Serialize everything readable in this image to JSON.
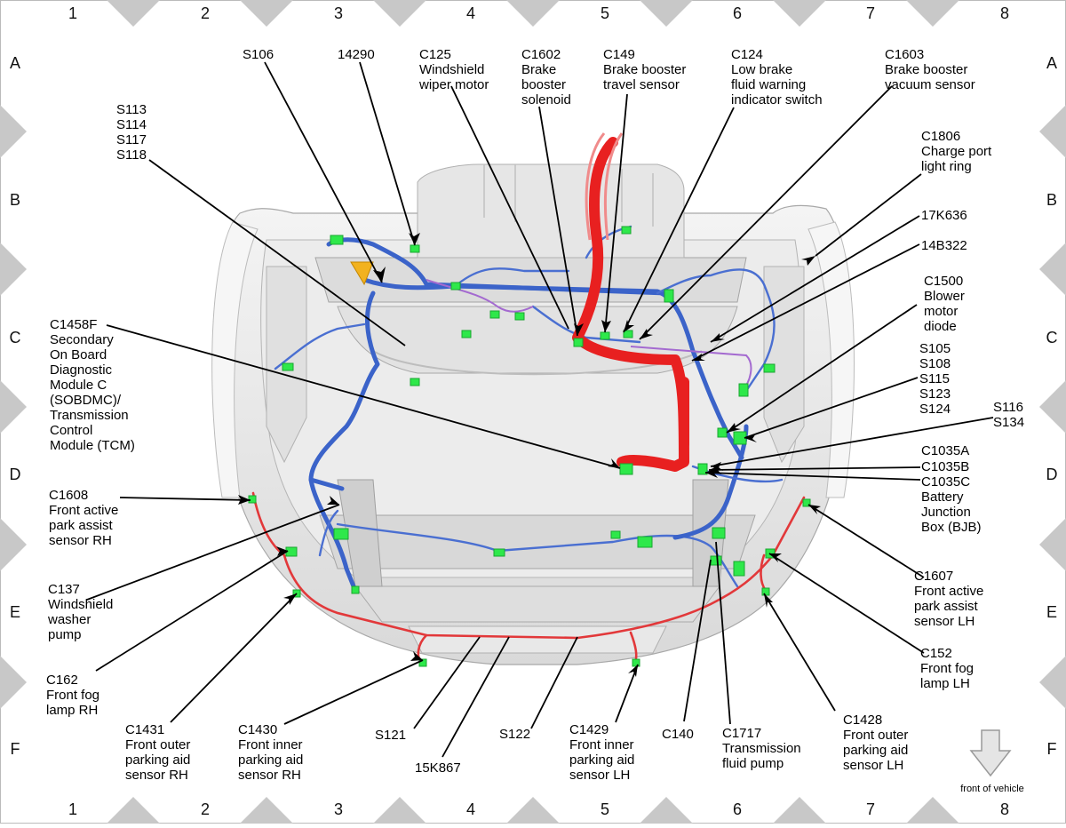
{
  "grid": {
    "columns": [
      "1",
      "2",
      "3",
      "4",
      "5",
      "6",
      "7",
      "8"
    ],
    "rows": [
      "A",
      "B",
      "C",
      "D",
      "E",
      "F"
    ]
  },
  "callouts": {
    "s106": "S106",
    "p14290": "14290",
    "c125": [
      "C125",
      "Windshield",
      "wiper motor"
    ],
    "c1602": [
      "C1602",
      "Brake",
      "booster",
      "solenoid"
    ],
    "c149": [
      "C149",
      "Brake booster",
      "travel sensor"
    ],
    "c124": [
      "C124",
      "Low brake",
      "fluid warning",
      "indicator switch"
    ],
    "c1603": [
      "C1603",
      "Brake booster",
      "vacuum sensor"
    ],
    "s113": [
      "S113",
      "S114",
      "S117",
      "S118"
    ],
    "c1806": [
      "C1806",
      "Charge port",
      "light ring"
    ],
    "p17k636": "17K636",
    "p14b322": "14B322",
    "c1500": [
      "C1500",
      "Blower",
      "motor",
      "diode"
    ],
    "s105": [
      "S105",
      "S108",
      "S115",
      "S123",
      "S124"
    ],
    "s116": [
      "S116",
      "S134"
    ],
    "c1035": [
      "C1035A",
      "C1035B",
      "C1035C",
      "Battery",
      "Junction",
      "Box (BJB)"
    ],
    "c1458f": [
      "C1458F",
      "Secondary",
      "On Board",
      "Diagnostic",
      "Module C",
      "(SOBDMC)/",
      "Transmission",
      "Control",
      "Module (TCM)"
    ],
    "c1608": [
      "C1608",
      "Front active",
      "park assist",
      "sensor RH"
    ],
    "c137": [
      "C137",
      "Windshield",
      "washer",
      "pump"
    ],
    "c162": [
      "C162",
      "Front fog",
      "lamp RH"
    ],
    "c1431": [
      "C1431",
      "Front outer",
      "parking aid",
      "sensor RH"
    ],
    "c1430": [
      "C1430",
      "Front inner",
      "parking aid",
      "sensor RH"
    ],
    "s121": "S121",
    "p15k867": "15K867",
    "s122": "S122",
    "c1429": [
      "C1429",
      "Front inner",
      "parking aid",
      "sensor LH"
    ],
    "c140": "C140",
    "c1717": [
      "C1717",
      "Transmission",
      "fluid pump"
    ],
    "c1428": [
      "C1428",
      "Front outer",
      "parking aid",
      "sensor LH"
    ],
    "c1607": [
      "C1607",
      "Front active",
      "park assist",
      "sensor LH"
    ],
    "c152": [
      "C152",
      "Front fog",
      "lamp LH"
    ]
  },
  "front_of_vehicle": "front of vehicle",
  "colors": {
    "harness_blue": "#3b63c9",
    "harness_red": "#e82020",
    "connector_green": "#2ee84a",
    "frame_grey": "#bdbdbd"
  }
}
